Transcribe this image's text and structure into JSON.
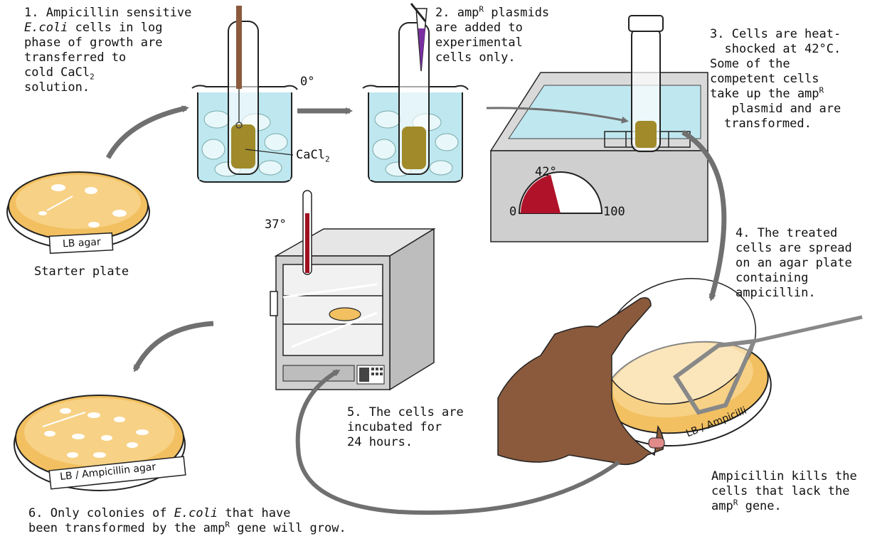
{
  "step1": {
    "line1": "1. Ampicillin sensitive",
    "line2_italic": "E.coli",
    "line2_rest": " cells in log",
    "line3": "phase of growth are",
    "line4": "transferred to",
    "line5_a": "cold CaCl",
    "line5_sub": "2",
    "line6": "solution."
  },
  "step2": {
    "line1_a": "2. amp",
    "line1_sup": "R",
    "line1_b": " plasmids",
    "line2": "are added to",
    "line3": "experimental",
    "line4": "cells only."
  },
  "step3": {
    "line1": "3. Cells are heat-",
    "line2": "shocked at 42°C.",
    "line3": "Some of the",
    "line4": "competent cells",
    "line5_a": "take up the amp",
    "line5_sup": "R",
    "line6": "plasmid and are",
    "line7": "transformed."
  },
  "step4": {
    "line1": "4. The treated",
    "line2": "cells are spread",
    "line3": "on an agar plate",
    "line4": "containing",
    "line5": "ampicillin."
  },
  "step5": {
    "line1": "5. The cells are",
    "line2": "incubated for",
    "line3": "24 hours."
  },
  "step6": {
    "line1_a": "6. Only colonies of ",
    "line1_italic": "E.coli",
    "line1_b": " that have",
    "line2_a": "been transformed by the amp",
    "line2_sup": "R",
    "line2_b": " gene will grow."
  },
  "kill_note": {
    "line1": "Ampicillin kills the",
    "line2": "cells that lack the",
    "line3_a": "amp",
    "line3_sup": "R",
    "line3_b": " gene."
  },
  "labels": {
    "zero_deg": "0°",
    "cacl2_a": "CaCl",
    "cacl2_sub": "2",
    "gauge_top": "42°",
    "gauge_min": "0",
    "gauge_max": "100",
    "incubator_temp": "37°",
    "starter_plate_caption": "Starter plate",
    "starter_plate_label": "LB agar",
    "final_plate_label": "LB / Ampicillin agar",
    "treated_plate_label": "LB / Ampicilli"
  },
  "colors": {
    "agar": "#f2c061",
    "agar_dark": "#c98a2c",
    "water": "#bfe7ef",
    "ice": "#e8f7fa",
    "cells": "#a08a2a",
    "arrow": "#707070",
    "skin": "#8b5a3c",
    "gauge_red": "#b0122a",
    "thermo_red": "#a01020"
  },
  "gauge": {
    "value": 42,
    "min": 0,
    "max": 100
  }
}
